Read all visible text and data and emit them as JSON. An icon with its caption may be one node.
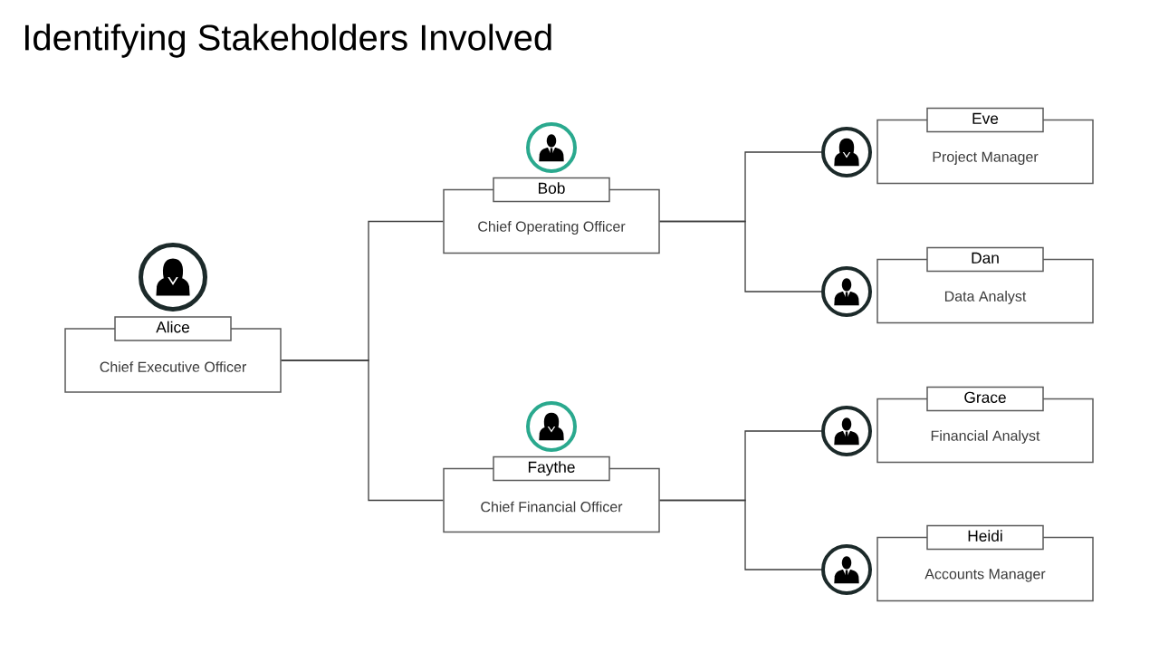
{
  "diagram": {
    "title": "Identifying Stakeholders Involved",
    "nodes": [
      {
        "text": [
          "Alice",
          "Chief Executive Officer"
        ]
      },
      {
        "text": [
          "Bob",
          "Chief Operating Officer"
        ]
      },
      {
        "text": [
          "Faythe",
          "Chief Financial Officer"
        ]
      },
      {
        "text": [],
        "shape": "person"
      },
      {
        "text": [
          "Eve",
          "Project Manager"
        ]
      },
      {
        "text": [],
        "shape": "person"
      },
      {
        "text": [
          "Dan",
          "Data Analyst"
        ]
      },
      {
        "text": [],
        "shape": "person"
      },
      {
        "text": [
          "Grace",
          "Financial Analyst"
        ]
      },
      {
        "text": [],
        "shape": "person"
      },
      {
        "text": [
          "Heidi",
          "Accounts Manager"
        ]
      }
    ],
    "edges": [
      {
        "from": 0,
        "to": 1,
        "arrow": "none"
      },
      {
        "from": 0,
        "to": 2,
        "arrow": "none"
      },
      {
        "from": 1,
        "to": 3,
        "arrow": "none"
      },
      {
        "from": 1,
        "to": 5,
        "arrow": "none"
      },
      {
        "from": 2,
        "to": 7,
        "arrow": "none"
      },
      {
        "from": 2,
        "to": 9,
        "arrow": "none"
      }
    ]
  }
}
